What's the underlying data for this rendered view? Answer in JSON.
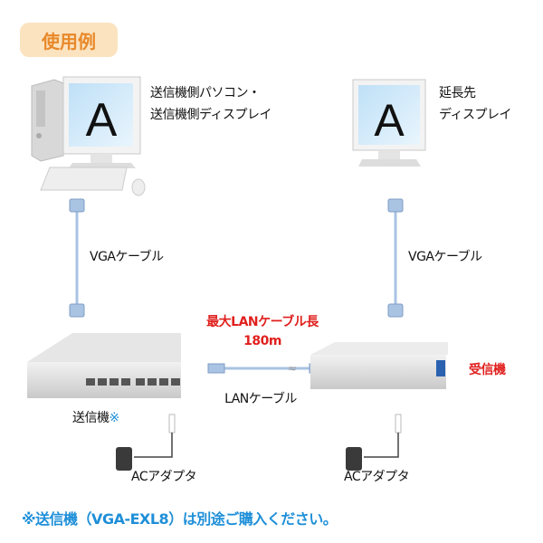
{
  "title": "使用例",
  "sender_pc": {
    "line1": "送信機側パソコン・",
    "line2": "送信機側ディスプレイ",
    "screen_letter": "A"
  },
  "remote_display": {
    "line1": "延長先",
    "line2": "ディスプレイ",
    "screen_letter": "A"
  },
  "vga_cable_left": "VGAケーブル",
  "vga_cable_right": "VGAケーブル",
  "max_length": {
    "line1": "最大LANケーブル長",
    "line2": "180m"
  },
  "lan_cable": "LANケーブル",
  "transmitter": {
    "label": "送信機",
    "mark": "※"
  },
  "receiver": "受信機",
  "ac_adapter_left": "ACアダプタ",
  "ac_adapter_right": "ACアダプタ",
  "footnote": "※送信機（VGA-EXL8）は別途ご購入ください。",
  "colors": {
    "title": "#e8892a",
    "title_bg": "#fbe3c0",
    "red": "#e0201e",
    "blue": "#1e8fd8"
  }
}
